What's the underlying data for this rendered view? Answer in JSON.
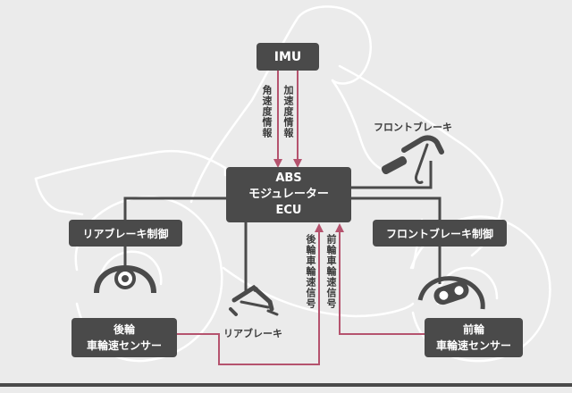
{
  "boxes": {
    "imu": "IMU",
    "abs_ecu": [
      "ABS",
      "モジュレーター",
      "ECU"
    ],
    "rear_brake_control": "リアブレーキ制御",
    "front_brake_control": "フロントブレーキ制御",
    "rear_wheel_sensor": [
      "後輪",
      "車輪速センサー"
    ],
    "front_wheel_sensor": [
      "前輪",
      "車輪速センサー"
    ]
  },
  "labels": {
    "front_brake": "フロントブレーキ",
    "rear_brake": "リアブレーキ"
  },
  "signals": {
    "angular_velocity": "角速度情報",
    "acceleration": "加速度情報",
    "rear_wheel_speed": "後輪車輪速信号",
    "front_wheel_speed": "前輪車輪速信号"
  },
  "colors": {
    "background": "#ebebeb",
    "box": "#4a4a4a",
    "signal_line": "#b5536e",
    "control_line": "#4a4a4a",
    "silhouette": "#ffffff"
  }
}
